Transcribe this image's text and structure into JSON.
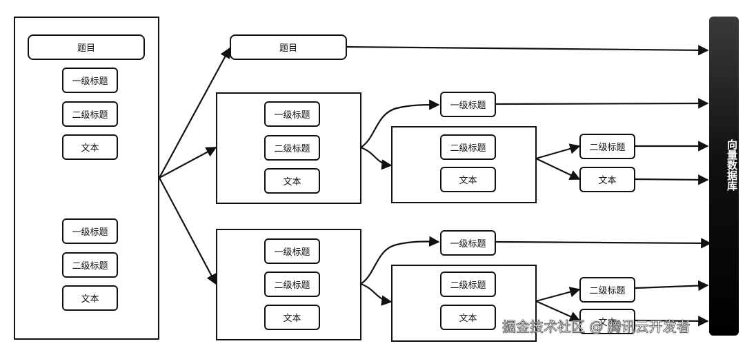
{
  "labels": {
    "title": "题目",
    "h1": "一级标题",
    "h2": "二级标题",
    "text": "文本"
  },
  "vector_db": "向量数据库",
  "watermark": "掘金技术社区 @ 腾讯云开发者"
}
